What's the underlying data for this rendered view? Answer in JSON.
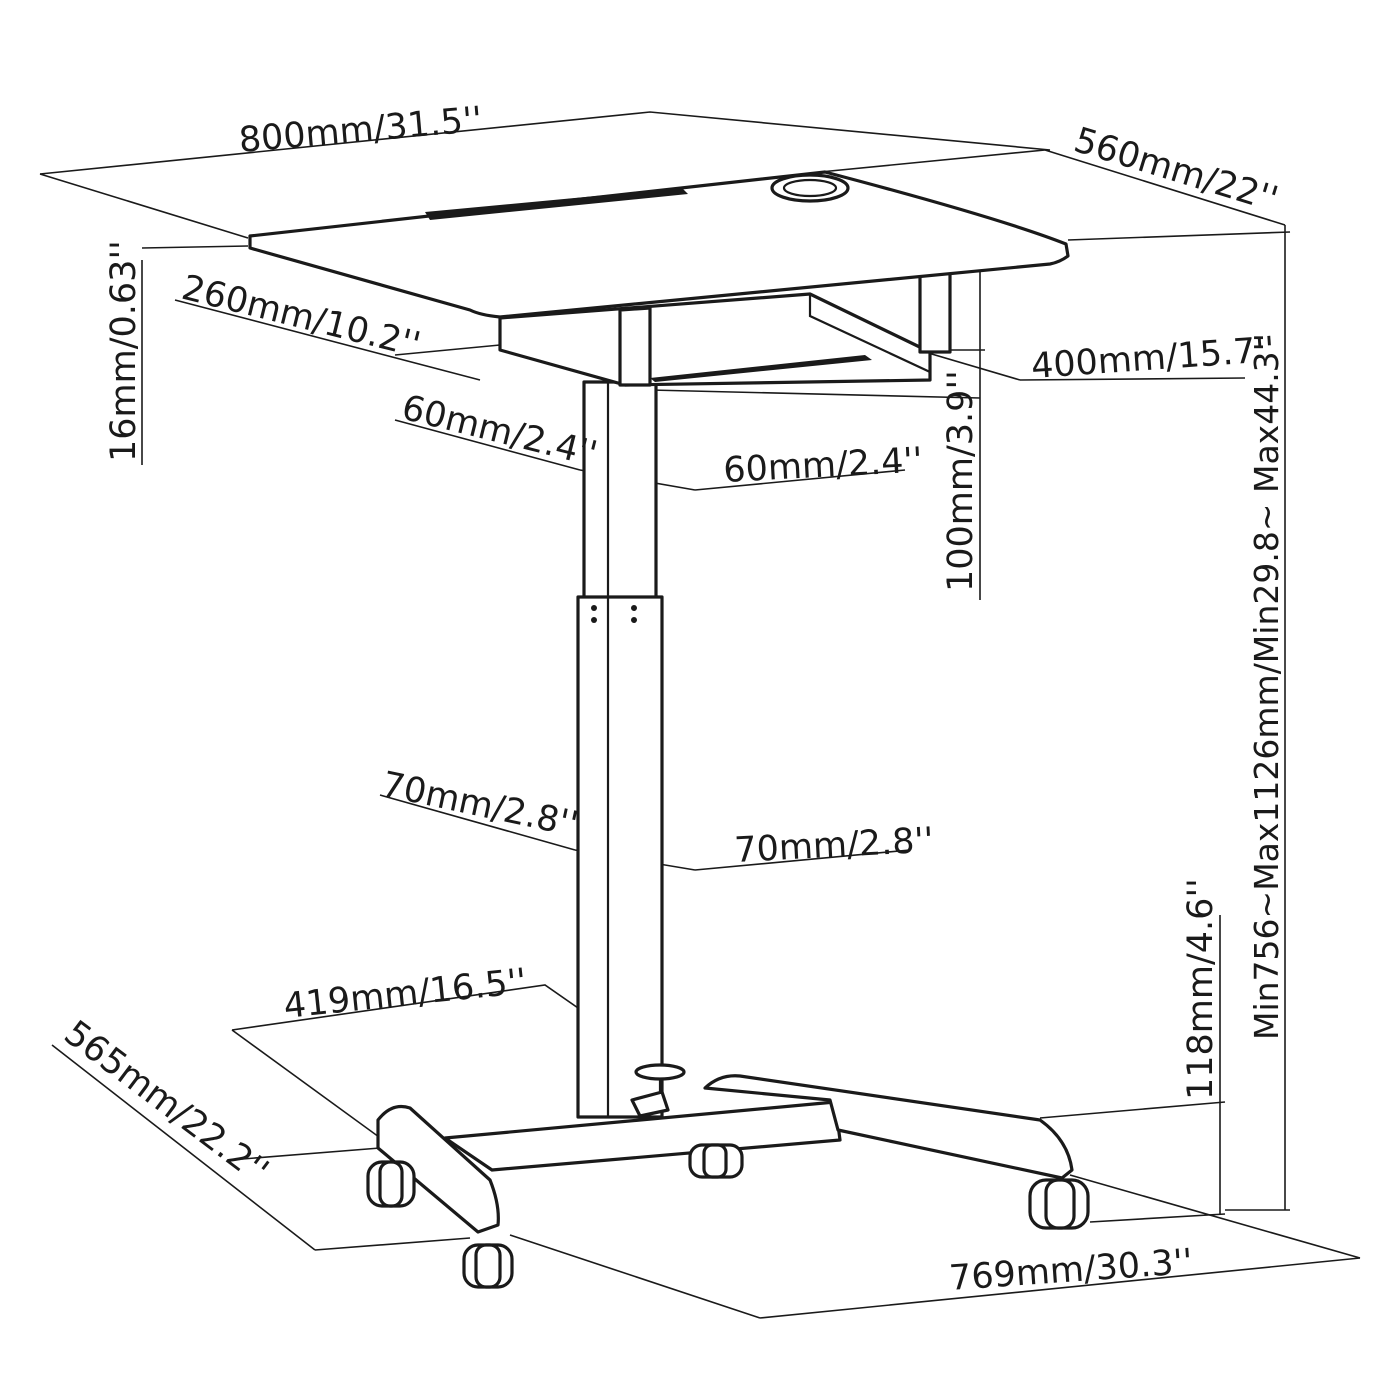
{
  "colors": {
    "line": "#1a1a1a",
    "background": "#ffffff"
  },
  "dimensions": {
    "top_width": "800mm/31.5''",
    "top_depth": "560mm/22''",
    "top_thickness": "16mm/0.63''",
    "tray_depth": "260mm/10.2''",
    "tray_width": "400mm/15.7''",
    "upper_column_depth": "60mm/2.4''",
    "upper_column_width": "60mm/2.4''",
    "tray_height": "100mm/3.9''",
    "lower_column_depth": "70mm/2.8''",
    "lower_column_width": "70mm/2.8''",
    "base_inner": "419mm/16.5''",
    "base_depth": "565mm/22.2''",
    "base_width": "769mm/30.3''",
    "base_height": "118mm/4.6''",
    "total_height": "Min756~Max1126mm/Min29.8~ Max44.3''"
  }
}
